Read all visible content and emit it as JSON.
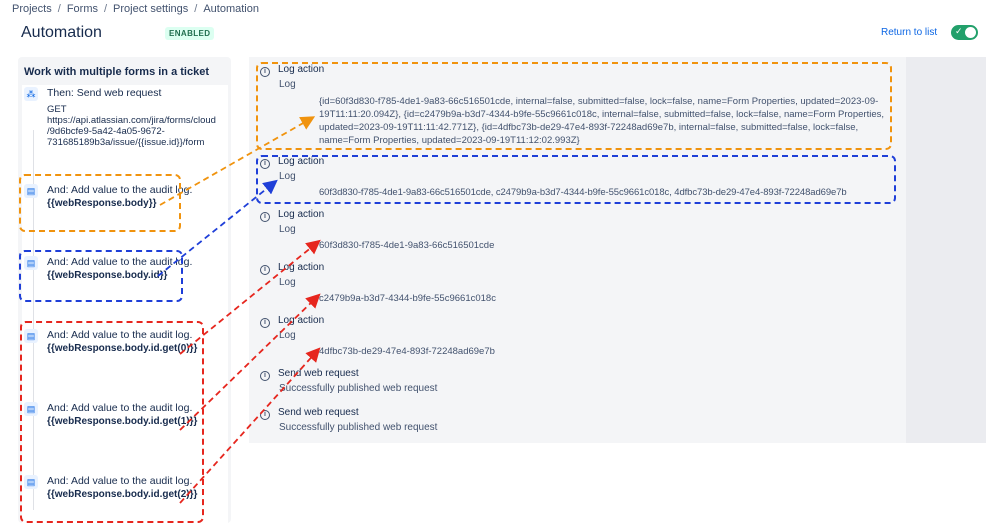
{
  "breadcrumbs": [
    "Projects",
    "Forms",
    "Project settings",
    "Automation"
  ],
  "page_title": "Automation",
  "status_badge": "ENABLED",
  "return_link": "Return to list",
  "toggle_state": "on",
  "rule": {
    "title": "Work with multiple forms in a ticket",
    "steps": [
      {
        "label": "Then: Send web request",
        "detail": "GET\nhttps://api.atlassian.com/jira/forms/cloud\n/9d6bcfe9-5a42-4a05-9672-\n731685189b3a/issue/{{issue.id}}/form",
        "icon": "webhook-icon"
      },
      {
        "label": "And: Add value to the audit log.",
        "code": "{{webResponse.body}}",
        "icon": "document-icon"
      },
      {
        "label": "And: Add value to the audit log.",
        "code": "{{webResponse.body.id}}",
        "icon": "document-icon"
      },
      {
        "label": "And: Add value to the audit log.",
        "code": "{{webResponse.body.id.get(0)}}",
        "icon": "document-icon"
      },
      {
        "label": "And: Add value to the audit log.",
        "code": "{{webResponse.body.id.get(1)}}",
        "icon": "document-icon"
      },
      {
        "label": "And: Add value to the audit log.",
        "code": "{{webResponse.body.id.get(2)}}",
        "icon": "document-icon"
      }
    ]
  },
  "log": [
    {
      "title": "Log action",
      "sub": "Log",
      "body": "{id=60f3d830-f785-4de1-9a83-66c516501cde, internal=false, submitted=false, lock=false, name=Form Properties, updated=2023-09-19T11:11:20.094Z}, {id=c2479b9a-b3d7-4344-b9fe-55c9661c018c, internal=false, submitted=false, lock=false, name=Form Properties, updated=2023-09-19T11:11:42.771Z}, {id=4dfbc73b-de29-47e4-893f-72248ad69e7b, internal=false, submitted=false, lock=false, name=Form Properties, updated=2023-09-19T11:12:02.993Z}"
    },
    {
      "title": "Log action",
      "sub": "Log",
      "body": "60f3d830-f785-4de1-9a83-66c516501cde, c2479b9a-b3d7-4344-b9fe-55c9661c018c, 4dfbc73b-de29-47e4-893f-72248ad69e7b"
    },
    {
      "title": "Log action",
      "sub": "Log",
      "body": "60f3d830-f785-4de1-9a83-66c516501cde"
    },
    {
      "title": "Log action",
      "sub": "Log",
      "body": "c2479b9a-b3d7-4344-b9fe-55c9661c018c"
    },
    {
      "title": "Log action",
      "sub": "Log",
      "body": "4dfbc73b-de29-47e4-893f-72248ad69e7b"
    },
    {
      "title": "Send web request",
      "sub": "Successfully published web request",
      "body": ""
    },
    {
      "title": "Send web request",
      "sub": "Successfully published web request",
      "body": ""
    }
  ],
  "annotation_colors": {
    "orange": "#f0930e",
    "blue": "#1f3fd8",
    "red": "#e6261e"
  }
}
